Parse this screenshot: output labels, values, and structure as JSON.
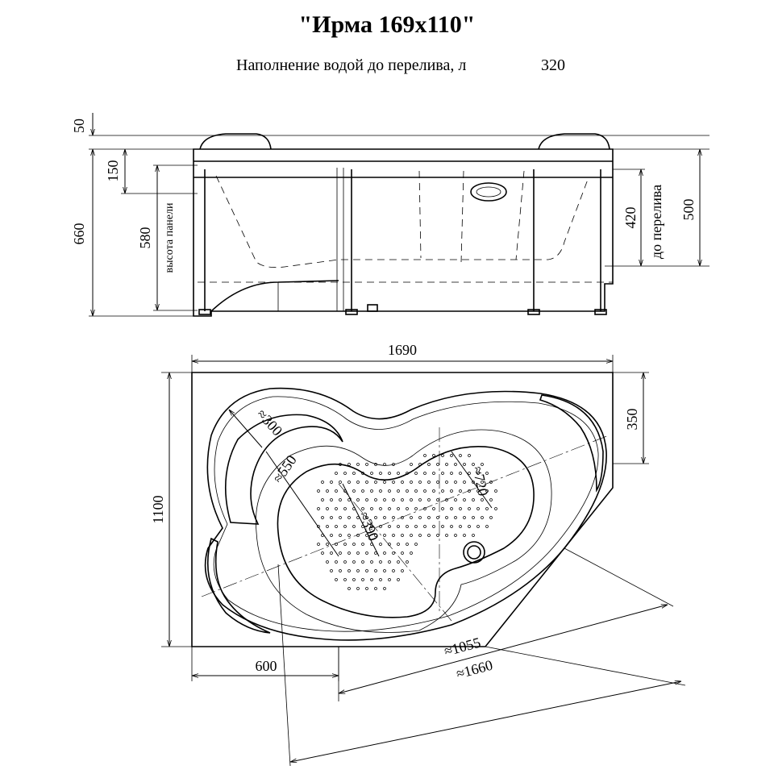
{
  "title": "\"Ирма 169х110\"",
  "subtitle": "Наполнение водой до перелива, л",
  "capacity": "320",
  "side_view": {
    "dims_left": [
      "50",
      "150",
      "660",
      "580"
    ],
    "panel_label": "высота панели",
    "dims_right": [
      "420",
      "500"
    ],
    "overflow_label": "до перелива"
  },
  "top_view": {
    "width": "1690",
    "height": "1100",
    "headrest": "350",
    "bottom": "600",
    "r300": "≈300",
    "r550": "≈550",
    "r720": "≈720",
    "r390": "≈390",
    "d1055": "≈1055",
    "d1660": "≈1660"
  }
}
